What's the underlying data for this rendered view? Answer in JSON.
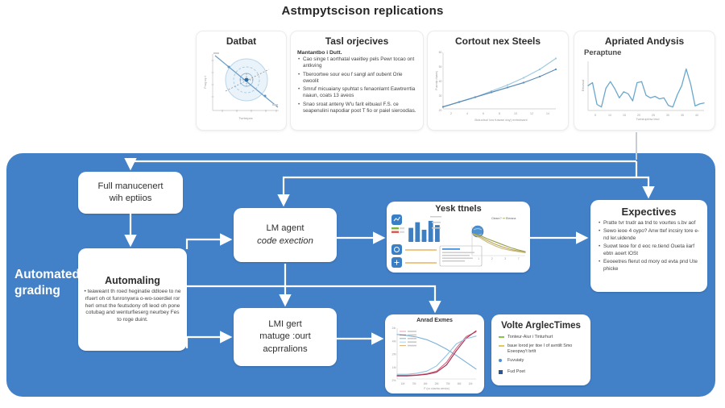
{
  "title": "Astmpytscison replications",
  "colors": {
    "panel_blue": "#4281c8",
    "accent_blue": "#3f7fbf",
    "orange": "#e8a33d",
    "connector_gray": "#c8cdd3",
    "arrow_white": "#ffffff"
  },
  "top_cards": {
    "data": {
      "title": "Datbat",
      "xlabel": "Twrtmpes",
      "ylabel": "Prwg wp t"
    },
    "objectives": {
      "title": "Tasl orjecives",
      "heading": "Mantantbo i Dutt.",
      "bullets": [
        "Cao singe t aorthatal vaeitley pels Pewr tocao ont antkving",
        "Tberoortwe sour eou f sangl anf oubent Orie owoolit",
        "Smruf micuaiany spuhtat s fenaonlamt Eawtrerrtia naaun, coats 13 aveos",
        "Snao sroat anteny W'u farit eibuaul F.S. ce seapenulini napodiar poot T fio or paiel sieroodias."
      ]
    },
    "context": {
      "title": "Cortout nex Steels",
      "xlabel": "Butuctsu! low futwan duy) mrtndwanl",
      "ylabel": "Puorotp rtuassj",
      "chart_data": {
        "type": "line",
        "x": [
          0,
          2,
          4,
          6,
          8,
          10,
          12,
          14
        ],
        "ylim": [
          18,
          66
        ],
        "markers": true,
        "sw": 1.2,
        "pad": [
          12,
          6,
          8,
          16
        ],
        "x_ticks": [
          "2",
          "4",
          "6",
          "8",
          "10",
          "12",
          "14"
        ],
        "y_ticks": [
          "60",
          "50",
          "40",
          "30",
          "20"
        ],
        "series": [
          {
            "name": "upper",
            "color": "#9ec9e2",
            "values": [
              21,
              25,
              29,
              34,
              39,
              45,
              52,
              61
            ]
          },
          {
            "name": "lower",
            "color": "#5b8db8",
            "values": [
              21,
              25,
              29,
              33,
              37,
              41,
              46,
              52
            ]
          }
        ]
      }
    },
    "analysis": {
      "title": "Apriated Andysis",
      "subtitle": "Peraptune",
      "xlabel": "Twestupimw lesd",
      "ylabel": "Ertvwvud",
      "chart_data": {
        "type": "line",
        "ylim": [
          0,
          100
        ],
        "sw": 1.3,
        "pad": [
          10,
          4,
          6,
          13
        ],
        "color": "#6aa7cc",
        "x_ticks": [
          "5",
          "10",
          "15",
          "20",
          "25",
          "30",
          "35",
          "40"
        ],
        "values": [
          52,
          58,
          15,
          10,
          47,
          60,
          46,
          28,
          40,
          36,
          22,
          58,
          60,
          33,
          28,
          31,
          26,
          28,
          13,
          10,
          34,
          52,
          85,
          55,
          12,
          16,
          18
        ]
      }
    }
  },
  "panel": {
    "label": "Automated grading",
    "boxes": {
      "full_management": {
        "line1": "Full manucenert",
        "line2": "wih eptiios"
      },
      "automating": {
        "title": "Automaling",
        "body": "• teaweant th roed heginatie ddloee to ne rfuert oh ot funronywra o-wo-soerdiel ror herl omut the feutsdony ofl leod oh pone cotubag and wenturfieserg neurbey Fes to roge duint."
      },
      "lm_agent_exec": {
        "line1": "LM agent",
        "line2": "code exection"
      },
      "lm_agent_ops": {
        "line1": "LMI gert",
        "line2": "matuge :ourt",
        "line3": "acprralions"
      }
    },
    "cards": {
      "test_results": {
        "title": "Yesk ttnels",
        "legend_a": "Cleanr?",
        "legend_b": "Elerana",
        "bar_chart": {
          "type": "bar",
          "ylim": [
            0,
            50
          ],
          "pad": [
            3,
            6,
            2,
            5
          ],
          "color": "#3f7fbf",
          "values": [
            30,
            42,
            26,
            45,
            36
          ]
        },
        "curve_chart": {
          "type": "line",
          "ylim": [
            0,
            50
          ],
          "sw": 1.1,
          "pad": [
            6,
            16,
            4,
            10
          ],
          "x_ticks": [
            "1",
            "2",
            "3",
            "7"
          ],
          "series": [
            {
              "color": "#b8a85a",
              "values": [
                38,
                33,
                26,
                20,
                15,
                11,
                8,
                6
              ]
            },
            {
              "color": "#98a04a",
              "values": [
                38,
                35,
                29,
                24,
                19,
                14,
                10,
                7
              ]
            },
            {
              "color": "#c9b87f",
              "values": [
                38,
                31,
                23,
                17,
                12,
                9,
                7,
                5
              ]
            }
          ]
        }
      },
      "expectives": {
        "title": "Expectives",
        "bullets": [
          "Pratte tvr trudr aa tnd to vourtes s.bv aof",
          "Sewo ieoe 4 oypo? Anw ttef incsiry tore e-nd ler.uidende",
          "Suowt teoe for d eoc re.tiend Oueta iiarf ebtn aoert lOSt",
          "Eeoeetres flerut od mory od evta pnd Ute phicke"
        ]
      },
      "curves": {
        "title": "Anrad Exmes",
        "xlabel": "P (cs shartra wmdw)",
        "chart_data": {
          "type": "line",
          "ylim": [
            0,
            100
          ],
          "sw": 1.1,
          "pad": [
            11,
            5,
            6,
            14
          ],
          "x_ticks": [
            "1M",
            "7M",
            "4M",
            "2M",
            "7M",
            "4M",
            "1M"
          ],
          "y_ticks": [
            "24r",
            "4M",
            "2M",
            "1M",
            "2%"
          ],
          "legend_colors": [
            "#e8a0b4",
            "#c05070",
            "#7ab0d8",
            "#a8d0e8",
            "#e0b070"
          ],
          "series": [
            {
              "name": "blue-desc",
              "color": "#7ab0d8",
              "values": [
                88,
                86,
                83,
                78,
                70,
                60,
                48,
                35,
                22
              ]
            },
            {
              "name": "pink",
              "color": "#d46a8a",
              "values": [
                10,
                10,
                11,
                13,
                18,
                35,
                62,
                84,
                93
              ]
            },
            {
              "name": "crimson",
              "color": "#a8324e",
              "values": [
                9,
                9,
                10,
                12,
                16,
                30,
                57,
                81,
                95
              ]
            },
            {
              "name": "lightblue",
              "color": "#8fc3e0",
              "values": [
                12,
                12,
                14,
                18,
                28,
                48,
                70,
                80,
                85
              ]
            }
          ]
        }
      },
      "vote": {
        "title": "Volte ArglecTimes",
        "items": [
          {
            "color": "#8bc34a",
            "label": "Tonteur-Aiur i Tinturhurt"
          },
          {
            "color": "#e8c84a",
            "label": "baue lorod jer itoe I of avntilt Smo Eoeopwy't brtlt"
          },
          {
            "color": "#4a90d9",
            "label": "Fuvuiaty"
          },
          {
            "color": "#2b5797",
            "label": "Fud Poet"
          }
        ]
      }
    }
  }
}
